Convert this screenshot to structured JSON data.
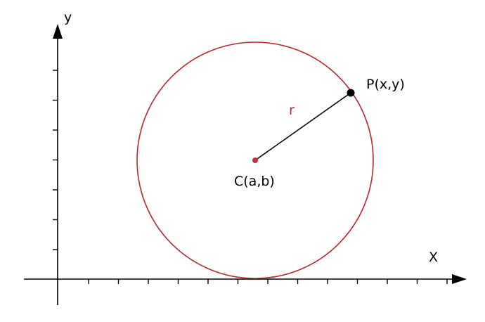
{
  "labels": {
    "y_axis": "y",
    "x_axis": "X",
    "radius": "r",
    "center": "C(a,b)",
    "point": "P(x,y)"
  },
  "colors": {
    "circle": "#b02a30",
    "center_dot": "#c0303a",
    "radius_line": "#000000",
    "point_dot": "#000000",
    "axes": "#000000",
    "radius_label": "#b02a30",
    "text": "#000000"
  },
  "ticks": {
    "x_count": 13,
    "y_count": 7
  }
}
